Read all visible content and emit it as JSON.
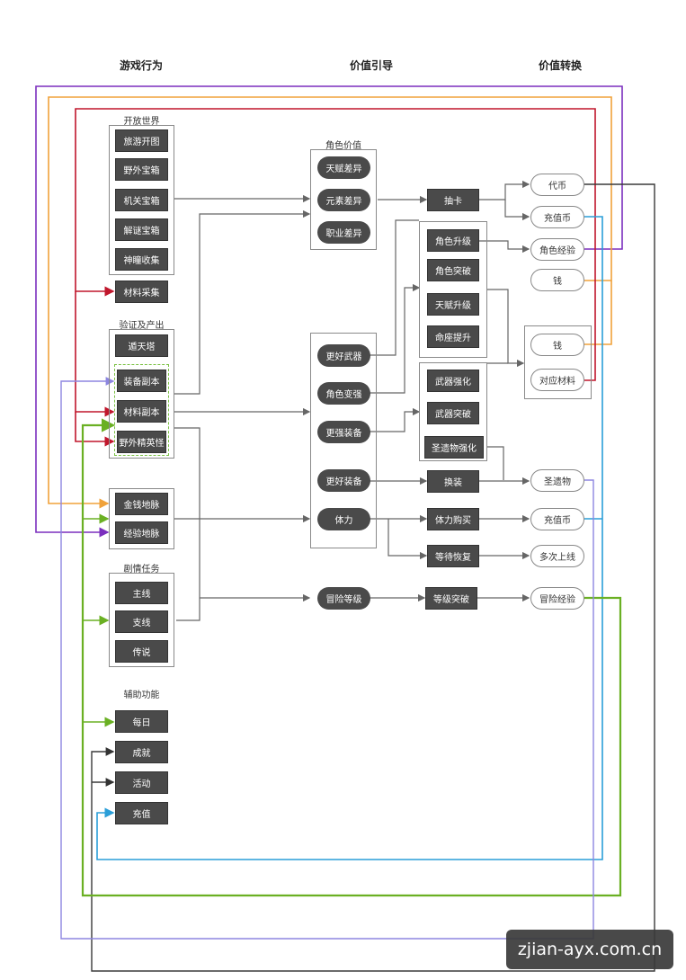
{
  "headers": {
    "behavior": "游戏行为",
    "guide": "价值引导",
    "convert": "价值转换"
  },
  "groups": {
    "open_world": "开放世界",
    "verify_output": "验证及产出",
    "story": "剧情任务",
    "assist": "辅助功能",
    "char_value": "角色价值"
  },
  "nodes": {
    "travel_map": "旅游开图",
    "wild_chest": "野外宝箱",
    "mech_chest": "机关宝箱",
    "puzzle_chest": "解谜宝箱",
    "oculus": "神瞳收集",
    "material_gather": "材料采集",
    "tower": "遁天塔",
    "equip_dungeon": "装备副本",
    "material_dungeon": "材料副本",
    "wild_elite": "野外精英怪",
    "gold_vein": "金钱地脉",
    "exp_vein": "经验地脉",
    "main_quest": "主线",
    "side_quest": "支线",
    "legend_quest": "传说",
    "daily": "每日",
    "achievement": "成就",
    "event": "活动",
    "recharge": "充值",
    "talent_diff": "天赋差异",
    "element_diff": "元素差异",
    "job_diff": "职业差异",
    "better_weapon": "更好武器",
    "char_stronger": "角色变强",
    "stronger_equip": "更强装备",
    "better_equip": "更好装备",
    "stamina": "体力",
    "adventure_level": "冒险等级",
    "gacha": "抽卡",
    "char_levelup": "角色升级",
    "char_breakthrough": "角色突破",
    "talent_levelup": "天赋升级",
    "constellation_up": "命座提升",
    "weapon_enhance": "武器强化",
    "weapon_breakthrough": "武器突破",
    "artifact_enhance": "圣遗物强化",
    "swap_equip": "换装",
    "stamina_buy": "体力购买",
    "wait_recover": "等待恢复",
    "level_breakthrough": "等级突破",
    "primogem": "代币",
    "genesis": "充值币",
    "char_exp": "角色经验",
    "money": "钱",
    "money2": "钱",
    "matching_material": "对应材料",
    "artifact": "圣遗物",
    "genesis2": "充值币",
    "multi_login": "多次上线",
    "adventure_exp": "冒险经验"
  },
  "colors": {
    "purple": "#7b2fbe",
    "orange": "#f0a23a",
    "red": "#c0172c",
    "blue": "#2a9ed8",
    "green": "#6ab023",
    "lavender": "#8d86e0",
    "dark": "#3a3a3a",
    "gray": "#666666"
  },
  "watermark": "zjian-ayx.com.cn"
}
